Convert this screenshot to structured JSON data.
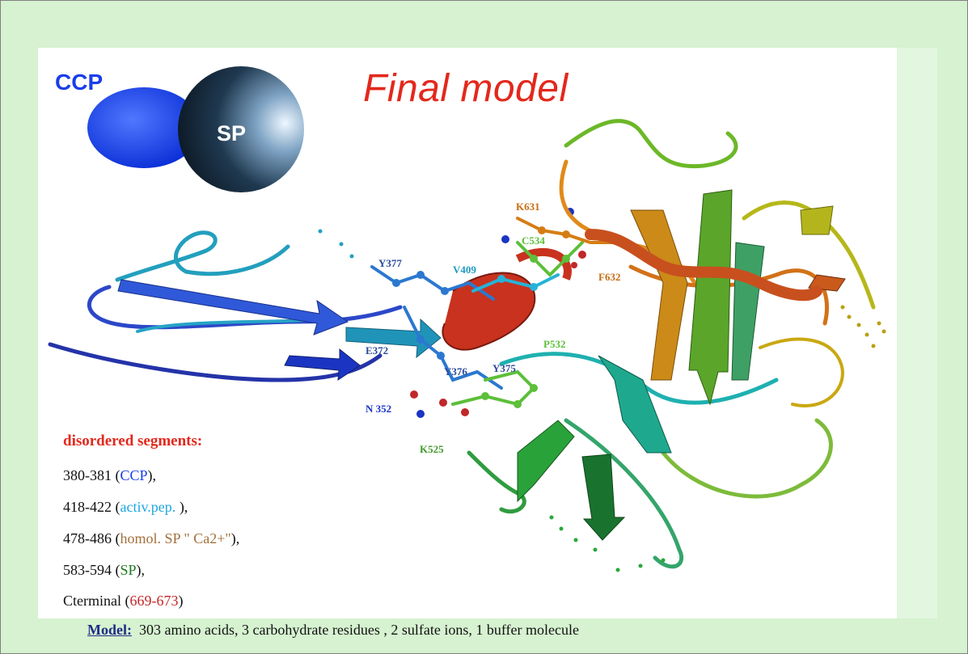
{
  "title": "Final model",
  "schematic": {
    "ccp": "CCP",
    "sp": "SP"
  },
  "residue_labels": {
    "k631": "K631",
    "c534": "C534",
    "f632": "F632",
    "y377": "Y377",
    "v409": "V409",
    "p532": "P532",
    "e372": "E372",
    "y376": "Y376",
    "y375": "Y375",
    "n352": "N 352",
    "k525": "K525"
  },
  "disordered": {
    "heading": "disordered segments:",
    "items": [
      {
        "range": "380-381",
        "open": " (",
        "label": "CCP",
        "close": "),",
        "color": "#1a3ee8"
      },
      {
        "range": "418-422",
        "open": " (",
        "label": "activ.pep. ",
        "close": "),",
        "color": "#1ea6e0"
      },
      {
        "range": "478-486",
        "open": " (",
        "label": "homol. SP \" Ca2+\"",
        "close": "),",
        "color": "#a2703a"
      },
      {
        "range": "583-594",
        "open": " (",
        "label": "SP",
        "close": "),",
        "color": "#1f7a1f"
      },
      {
        "range": "Cterminal",
        "open": " (",
        "label": "669-673",
        "close": ")",
        "color": "#c0282a"
      }
    ]
  },
  "footer": {
    "label": "Model:",
    "text": "303 amino acids,  3 carbohydrate residues , 2 sulfate ions, 1 buffer molecule"
  }
}
